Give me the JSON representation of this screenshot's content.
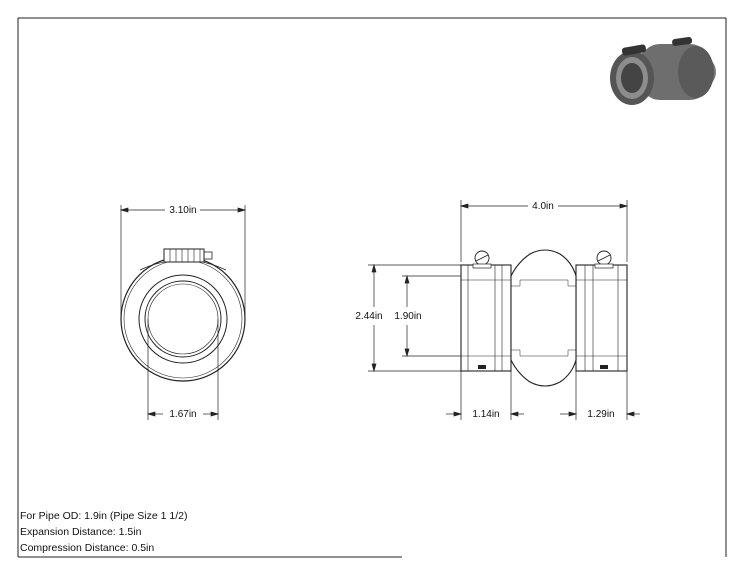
{
  "dimensions": {
    "front_width": "3.10in",
    "front_inner": "1.67in",
    "side_length": "4.0in",
    "side_outer_height": "2.44in",
    "side_inner_height": "1.90in",
    "left_sleeve": "1.14in",
    "right_sleeve": "1.29in"
  },
  "notes": {
    "pipe_od": "For Pipe OD: 1.9in (Pipe Size 1 1/2)",
    "expansion": "Expansion Distance: 1.5in",
    "compression": "Compression Distance: 0.5in"
  },
  "colors": {
    "line": "#222222",
    "thumb_body": "#6f6f6f",
    "thumb_dark": "#3a3a3a"
  }
}
